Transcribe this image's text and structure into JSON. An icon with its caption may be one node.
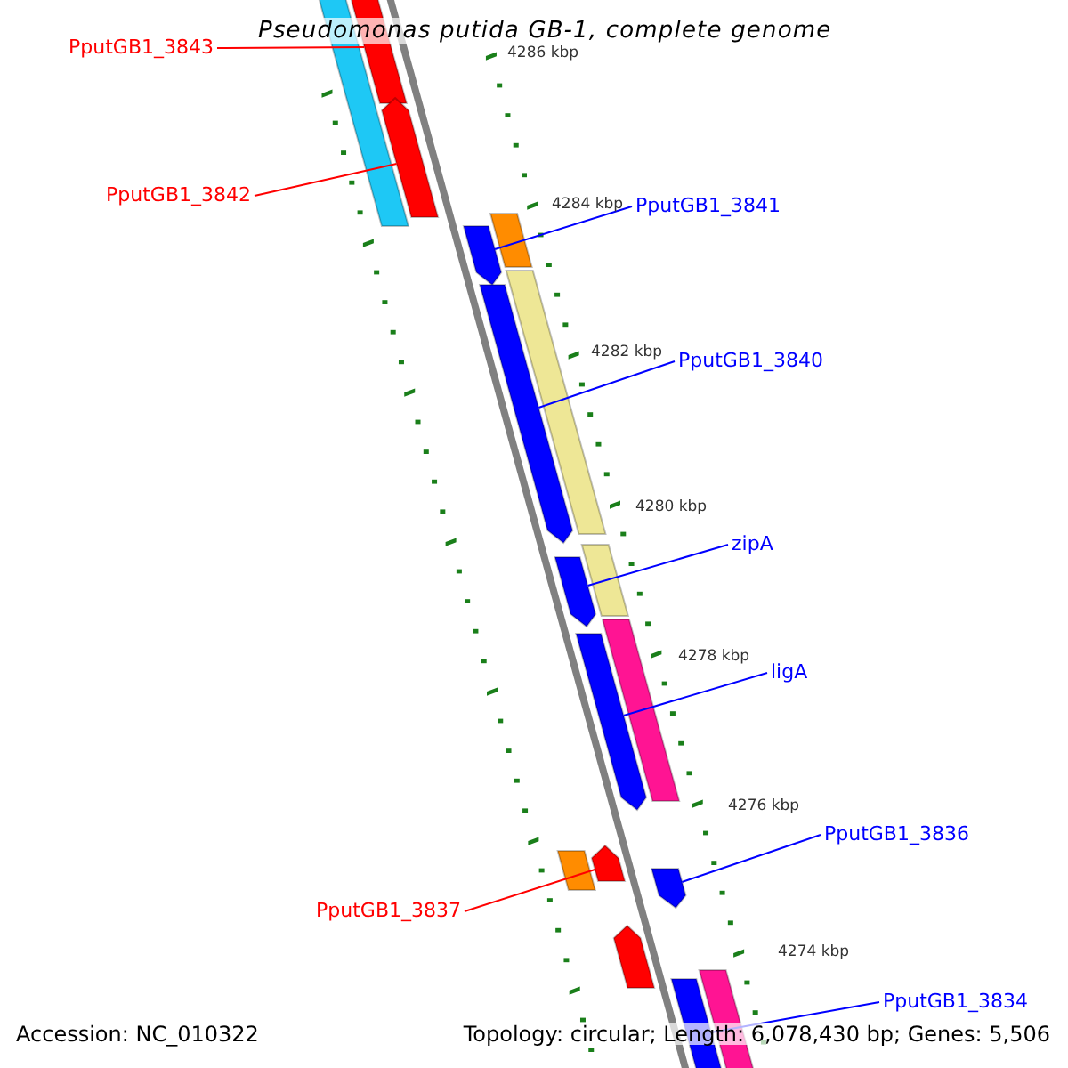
{
  "diagram": {
    "title": "Pseudomonas putida GB-1, complete genome",
    "nodes": [
      {
        "text": [
          "PputGB1_3843"
        ]
      },
      {
        "text": [],
        "shape": "bar"
      },
      {
        "text": [
          "PputGB1_3842"
        ]
      },
      {
        "text": [],
        "shape": "bar"
      },
      {
        "text": [
          "PputGB1_3841"
        ]
      },
      {
        "text": [],
        "shape": "bar"
      },
      {
        "text": [
          "PputGB1_3840"
        ]
      },
      {
        "text": [],
        "shape": "bar"
      },
      {
        "text": [
          "zipA"
        ]
      },
      {
        "text": [],
        "shape": "bar"
      },
      {
        "text": [
          "ligA"
        ]
      },
      {
        "text": [],
        "shape": "bar"
      },
      {
        "text": [
          "PputGB1_3836"
        ]
      },
      {
        "text": [],
        "shape": "bar"
      },
      {
        "text": [
          "PputGB1_3837"
        ]
      },
      {
        "text": [],
        "shape": "bar"
      },
      {
        "text": [
          "PputGB1_3834"
        ]
      },
      {
        "text": [],
        "shape": "bar"
      },
      {
        "text": [],
        "shape": "bar"
      },
      {
        "text": [],
        "shape": "bar"
      },
      {
        "text": [],
        "shape": "bar"
      },
      {
        "text": [],
        "shape": "bar"
      },
      {
        "text": [],
        "shape": "bar"
      },
      {
        "text": [],
        "shape": "bar"
      },
      {
        "text": [],
        "shape": "bar"
      },
      {
        "text": [],
        "shape": "bar"
      }
    ],
    "edges": [
      {
        "from": 0,
        "to": 1,
        "arrow": "none",
        "color": "#ff0000"
      },
      {
        "from": 2,
        "to": 3,
        "arrow": "none",
        "color": "#ff0000"
      },
      {
        "from": 4,
        "to": 5,
        "arrow": "none"
      },
      {
        "from": 6,
        "to": 7,
        "arrow": "none"
      },
      {
        "from": 8,
        "to": 9,
        "arrow": "none"
      },
      {
        "from": 10,
        "to": 11,
        "arrow": "none"
      },
      {
        "from": 12,
        "to": 13,
        "arrow": "none"
      },
      {
        "from": 14,
        "to": 15,
        "arrow": "none",
        "color": "#ff0000"
      },
      {
        "from": 16,
        "to": 17,
        "arrow": "none"
      }
    ],
    "labels": [
      "4286 kbp",
      "4284 kbp",
      "4282 kbp",
      "4280 kbp",
      "4278 kbp",
      "4276 kbp",
      "4274 kbp",
      "Accession: NC_010322",
      "Topology: circular; Length: 6,078,430 bp; Genes: 5,506"
    ]
  }
}
